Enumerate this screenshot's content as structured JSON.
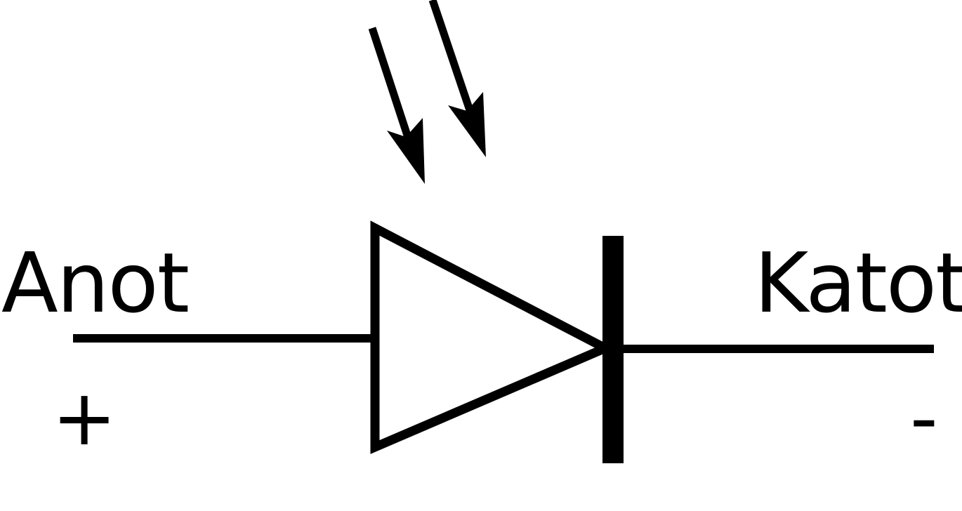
{
  "diagram": {
    "symbol": "photodiode",
    "labels": {
      "anode": "Anot",
      "cathode": "Katot",
      "anode_polarity": "+",
      "cathode_polarity": "-"
    },
    "colors": {
      "stroke": "#000000",
      "background": "#ffffff"
    },
    "icons": {
      "light_arrows": "incoming-light-arrows-icon",
      "diode": "diode-triangle-icon"
    }
  }
}
